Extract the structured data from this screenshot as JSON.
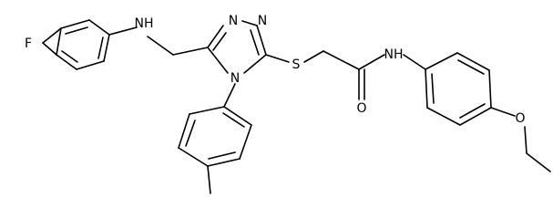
{
  "structure": {
    "atoms": {
      "fluorine": "F",
      "amine_nh": "NH",
      "triazole_n1": "N",
      "triazole_n2": "N",
      "triazole_n4": "N",
      "sulfur": "S",
      "carbonyl_o": "O",
      "amide_nh": "NH",
      "ether_o": "O"
    }
  }
}
